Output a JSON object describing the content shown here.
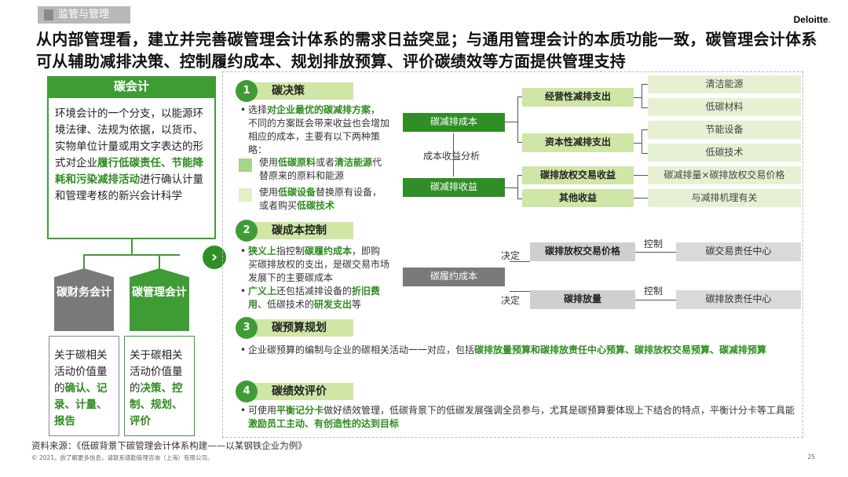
{
  "header": {
    "tag": "监管与管理",
    "logo": "Deloitte",
    "logo_dot": ".",
    "title": "从内部管理看，建立并完善碳管理会计体系的需求日益突显；与通用管理会计的本质功能一致，碳管理会计体系可从辅助减排决策、控制履约成本、规划排放预算、评价碳绩效等方面提供管理支持"
  },
  "left": {
    "head": "碳会计",
    "desc_1": "环境会计的一个分支，以能源环境法律、法规为依据，以货币、实物单位计量或用文字表达的形式对企业",
    "desc_green": "履行低碳责任、节能降耗和污染减排活动",
    "desc_2": "进行确认计量和管理考核的新兴会计科学",
    "fin_title": "碳财务会计",
    "mgmt_title": "碳管理会计",
    "fin_1": "关于碳相关活动价值量的",
    "fin_green": "确认、记录、计量、报告",
    "mgmt_1": "关于碳相关活动价值量的",
    "mgmt_green": "决策、控制、规划、评价"
  },
  "arrow": "›",
  "s1": {
    "num": "1",
    "title": "碳决策",
    "p1a": "选择",
    "p1g": "对企业最优的碳减排方案",
    "p1b": "，不同的方案既会带来收益也会增加相应的成本，主要有以下两种策略：",
    "o1a": "使用",
    "o1g1": "低碳原料",
    "o1b": "或者",
    "o1g2": "清洁能源",
    "o1c": "代替原来的原料和能源",
    "o2a": "使用",
    "o2g1": "低碳设备",
    "o2b": "替换原有设备，或者购买",
    "o2g2": "低碳技术",
    "cost": "碳减排成本",
    "benefit": "碳减排收益",
    "analysis": "成本收益分析",
    "opex": "经营性减排支出",
    "capex": "资本性减排支出",
    "trade": "碳排放权交易收益",
    "other": "其他收益",
    "clean": "清洁能源",
    "lowmat": "低碳材料",
    "saving": "节能设备",
    "lowtech": "低碳技术",
    "formula": "碳减排量×碳排放权交易价格",
    "related": "与减排机理有关"
  },
  "s2": {
    "num": "2",
    "title": "碳成本控制",
    "b1g1": "狭义上",
    "b1a": "指控制",
    "b1g2": "碳履约成本",
    "b1b": "，即购买碳排放权的支出，是碳交易市场发展下的主要碳成本",
    "b2g1": "广义上",
    "b2a": "还包括减排设备的",
    "b2g2": "折旧费用",
    "b2b": "、低碳技术的",
    "b2g3": "研发支出",
    "b2c": "等",
    "perf": "碳履约成本",
    "price": "碳排放权交易价格",
    "qty": "碳排放量",
    "decide1": "决定",
    "decide2": "决定",
    "control1": "控制",
    "control2": "控制",
    "trade_center": "碳交易责任中心",
    "emit_center": "碳排放责任中心"
  },
  "s3": {
    "num": "3",
    "title": "碳预算规划",
    "a": "企业碳预算的编制与企业的碳相关活动一一对应，包括",
    "g": "碳排放量预算和碳排放责任中心预算、碳排放权交易预算、碳减排预算"
  },
  "s4": {
    "num": "4",
    "title": "碳绩效评价",
    "a": "可使用",
    "g1": "平衡记分卡",
    "b": "做好绩效管理，低碳背景下的低碳发展强调全员参与，尤其是碳预算要体现上下结合的特点，平衡计分卡等工具能",
    "g2": "激励员工主动、有创造性的达到目标"
  },
  "footer": {
    "source": "资料来源：《低碳背景下碳管理会计体系构建——以某钢铁企业为例》",
    "copyright": "© 2021。欲了解更多信息，请联系德勤管理咨询（上海）有限公司。",
    "page": "25"
  },
  "colors": {
    "dark_green": "#2f8e25",
    "light_green": "#cfe6a6",
    "grey": "#7a7a7a"
  }
}
